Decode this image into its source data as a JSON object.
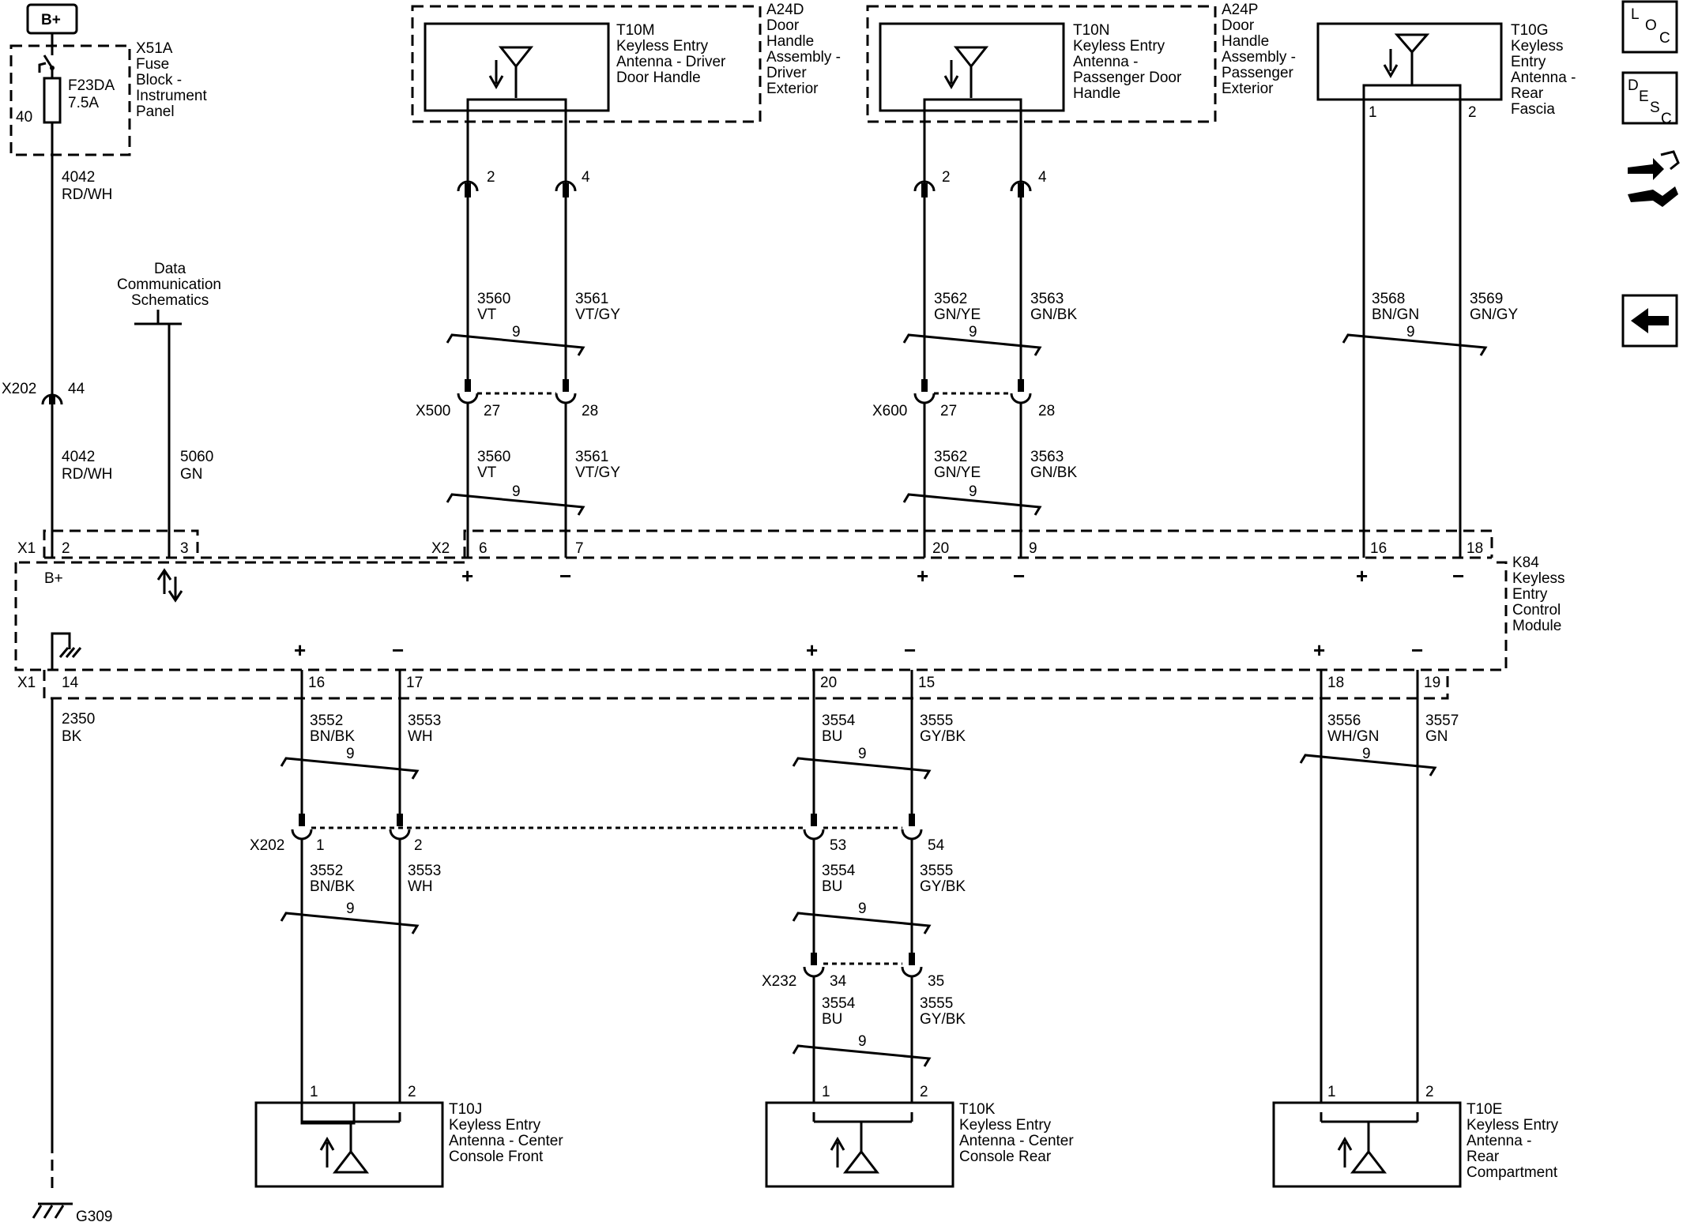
{
  "power": {
    "bplus": "B+"
  },
  "fuse": {
    "label": "F23DA",
    "rating": "7.5A",
    "pin": "40",
    "block": [
      "X51A",
      "Fuse",
      "Block -",
      "Instrument",
      "Panel"
    ]
  },
  "wires": {
    "w4042a": [
      "4042",
      "RD/WH"
    ],
    "w4042b": [
      "4042",
      "RD/WH"
    ],
    "w5060": [
      "5060",
      "GN"
    ],
    "w2350": [
      "2350",
      "BK"
    ],
    "w3560a": [
      "3560",
      "VT"
    ],
    "w3561a": [
      "3561",
      "VT/GY"
    ],
    "w3560b": [
      "3560",
      "VT"
    ],
    "w3561b": [
      "3561",
      "VT/GY"
    ],
    "w3562a": [
      "3562",
      "GN/YE"
    ],
    "w3563a": [
      "3563",
      "GN/BK"
    ],
    "w3562b": [
      "3562",
      "GN/YE"
    ],
    "w3563b": [
      "3563",
      "GN/BK"
    ],
    "w3568": [
      "3568",
      "BN/GN"
    ],
    "w3569": [
      "3569",
      "GN/GY"
    ],
    "w3552a": [
      "3552",
      "BN/BK"
    ],
    "w3553a": [
      "3553",
      "WH"
    ],
    "w3552b": [
      "3552",
      "BN/BK"
    ],
    "w3553b": [
      "3553",
      "WH"
    ],
    "w3554a": [
      "3554",
      "BU"
    ],
    "w3555a": [
      "3555",
      "GY/BK"
    ],
    "w3554b": [
      "3554",
      "BU"
    ],
    "w3555b": [
      "3555",
      "GY/BK"
    ],
    "w3554c": [
      "3554",
      "BU"
    ],
    "w3555c": [
      "3555",
      "GY/BK"
    ],
    "w3556": [
      "3556",
      "WH/GN"
    ],
    "w3557": [
      "3557",
      "GN"
    ]
  },
  "twist": "9",
  "datacomm": [
    "Data",
    "Communication",
    "Schematics"
  ],
  "connectors": {
    "x202": "X202",
    "x500": "X500",
    "x600": "X600",
    "x232": "X232",
    "x1": "X1",
    "x2": "X2"
  },
  "pins": {
    "x202_44": "44",
    "t10m_2": "2",
    "t10m_4": "4",
    "t10n_2": "2",
    "t10n_4": "4",
    "t10g_1": "1",
    "t10g_2": "2",
    "x500_27": "27",
    "x500_28": "28",
    "x600_27": "27",
    "x600_28": "28",
    "x1_2": "2",
    "x1_3": "3",
    "x2_6": "6",
    "x2_7": "7",
    "x2_20": "20",
    "x2_9": "9",
    "x2_16": "16",
    "x2_18": "18",
    "x1_14": "14",
    "x1_16": "16",
    "x1_17": "17",
    "x1_20": "20",
    "x1_15": "15",
    "x1_18": "18",
    "x1_19": "19",
    "x202_1": "1",
    "x202_2": "2",
    "x202_53": "53",
    "x202_54": "54",
    "x232_34": "34",
    "x232_35": "35",
    "t10j_1": "1",
    "t10j_2": "2",
    "t10k_1": "1",
    "t10k_2": "2",
    "t10e_1": "1",
    "t10e_2": "2"
  },
  "module": {
    "bplus": "B+",
    "plus": "+",
    "minus": "−",
    "label": [
      "K84",
      "Keyless",
      "Entry",
      "Control",
      "Module"
    ]
  },
  "components": {
    "t10m": [
      "T10M",
      "Keyless Entry",
      "Antenna - Driver",
      "Door Handle"
    ],
    "a24d": [
      "A24D",
      "Door",
      "Handle",
      "Assembly -",
      "Driver",
      "Exterior"
    ],
    "t10n": [
      "T10N",
      "Keyless Entry",
      "Antenna -",
      "Passenger Door",
      "Handle"
    ],
    "a24p": [
      "A24P",
      "Door",
      "Handle",
      "Assembly -",
      "Passenger",
      "Exterior"
    ],
    "t10g": [
      "T10G",
      "Keyless",
      "Entry",
      "Antenna -",
      "Rear",
      "Fascia"
    ],
    "t10j": [
      "T10J",
      "Keyless Entry",
      "Antenna - Center",
      "Console Front"
    ],
    "t10k": [
      "T10K",
      "Keyless Entry",
      "Antenna - Center",
      "Console Rear"
    ],
    "t10e": [
      "T10E",
      "Keyless Entry",
      "Antenna -",
      "Rear",
      "Compartment"
    ]
  },
  "ground": "G309",
  "nav": {
    "loc": [
      "L",
      "O",
      "C"
    ],
    "desc": [
      "D",
      "E",
      "S",
      "C"
    ]
  },
  "icons": [
    "connector-tools-icon",
    "back-arrow-icon"
  ]
}
